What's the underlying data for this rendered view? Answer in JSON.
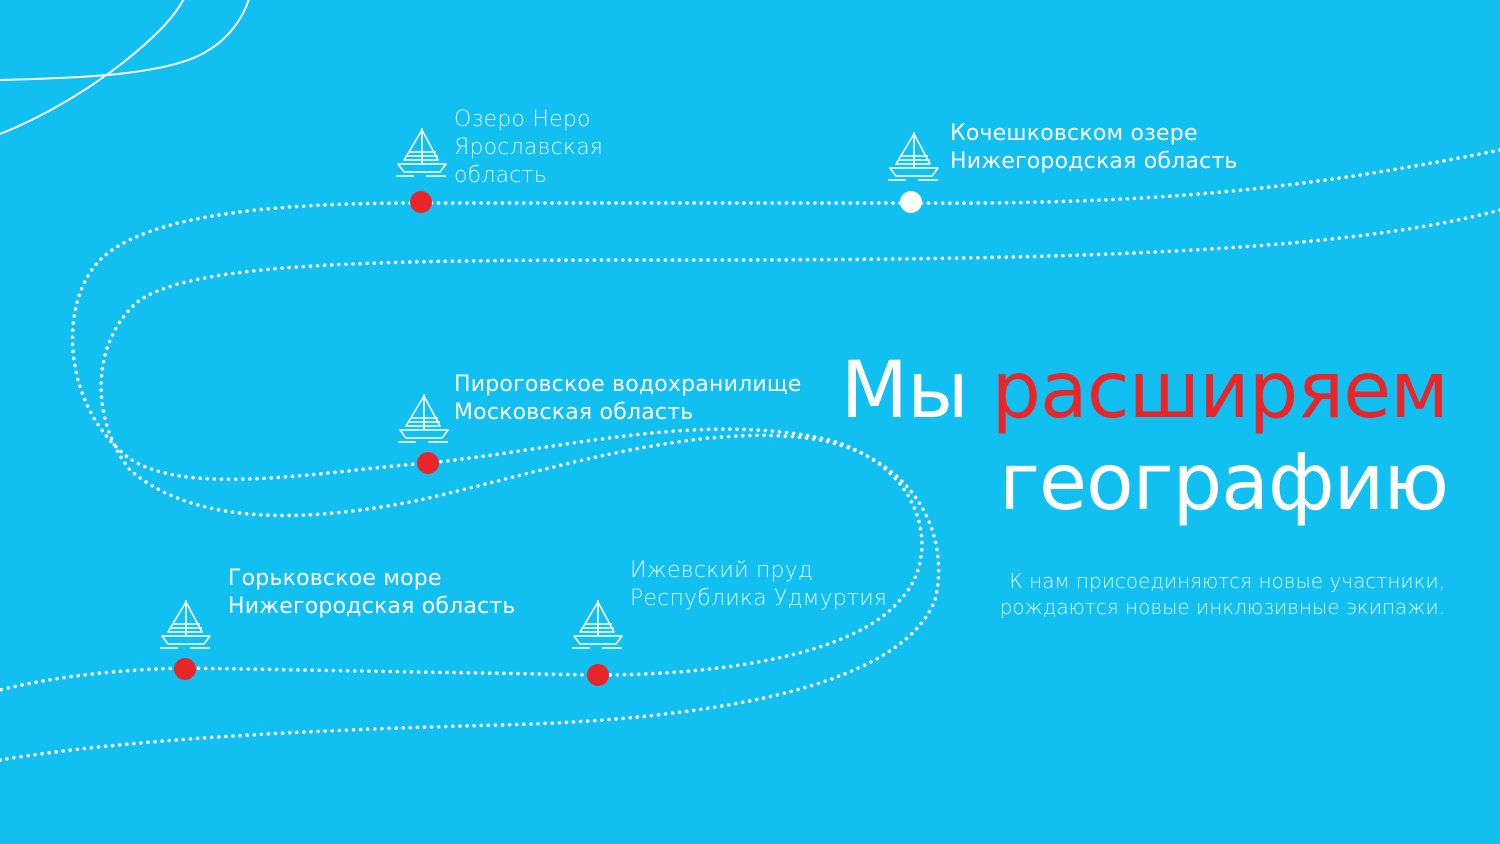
{
  "title": {
    "word1": "Мы",
    "word2": "расширяем",
    "word3": "географию"
  },
  "subtitle": "К нам присоединяются новые участники, рождаются новые инклюзивные экипажи.",
  "locations": [
    {
      "name": "Озеро Неро",
      "region": "Ярославская область",
      "region_line1": "Ярославская",
      "region_line2": "область",
      "marker": "red"
    },
    {
      "name": "Кочешковском озере",
      "region": "Нижегородская область",
      "marker": "white"
    },
    {
      "name": "Пироговское водохранилище",
      "region": "Московская область",
      "marker": "red"
    },
    {
      "name": "Горьковское море",
      "region": "Нижегородская область",
      "marker": "red"
    },
    {
      "name": "Ижевский пруд",
      "region": "Республика Удмуртия",
      "marker": "red"
    }
  ],
  "icons": [
    "sailboat-icon"
  ],
  "colors": {
    "background": "#11bff0",
    "accent": "#e8262a",
    "text": "#ffffff"
  }
}
